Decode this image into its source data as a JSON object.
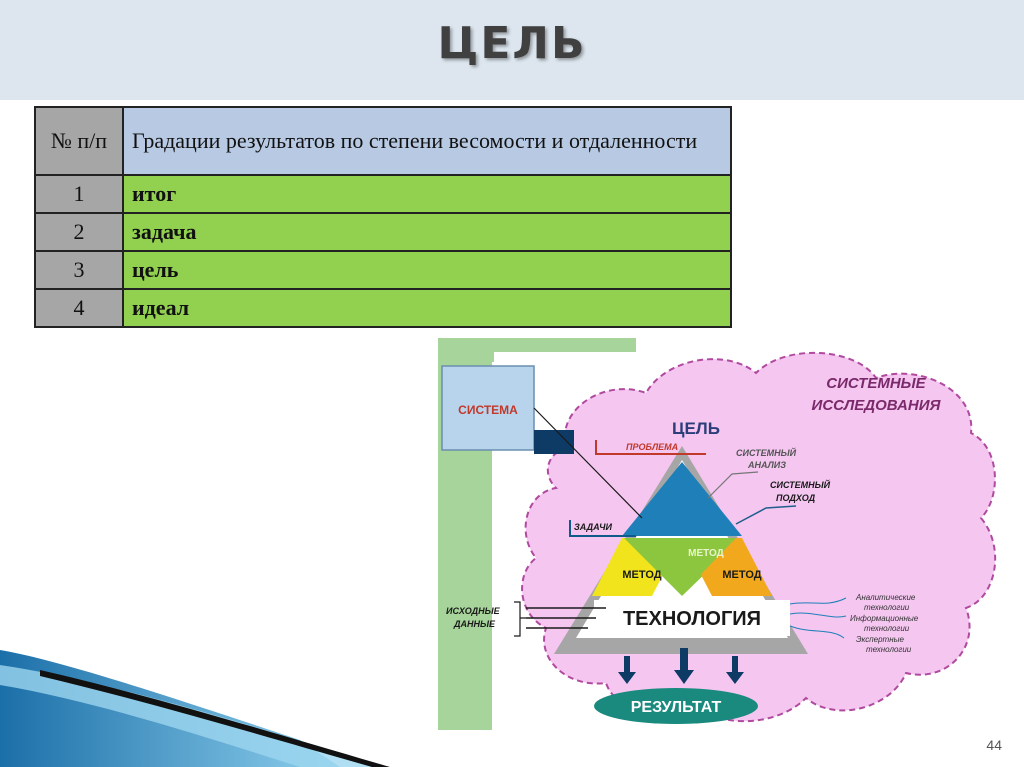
{
  "slide": {
    "title": "ЦЕЛЬ",
    "page_number": "44"
  },
  "table": {
    "header": {
      "num": "№ п/п",
      "text": "Градации результатов по степени весомости и отдаленности"
    },
    "rows": [
      {
        "num": "1",
        "text": "итог"
      },
      {
        "num": "2",
        "text": "задача"
      },
      {
        "num": "3",
        "text": "цель"
      },
      {
        "num": "4",
        "text": "идеал"
      }
    ]
  },
  "diagram": {
    "system_box": "СИСТЕМА",
    "cloud_title": [
      "СИСТЕМНЫЕ",
      "ИССЛЕДОВАНИЯ"
    ],
    "goal": "ЦЕЛЬ",
    "problem": "ПРОБЛЕМА",
    "systems_analysis": [
      "СИСТЕМНЫЙ",
      "АНАЛИЗ"
    ],
    "systems_approach": [
      "СИСТЕМНЫЙ",
      "ПОДХОД"
    ],
    "tasks": "ЗАДАЧИ",
    "method_center": "МЕТОД",
    "method_left": "МЕТОД",
    "method_right": "МЕТОД",
    "source_data": [
      "ИСХОДНЫЕ",
      "ДАННЫЕ"
    ],
    "technology": "ТЕХНОЛОГИЯ",
    "tech_list": [
      "Аналитические",
      "технологии",
      "Информационные",
      "технологии",
      "Экспертные",
      "технологии"
    ],
    "result": "РЕЗУЛЬТАТ"
  },
  "colors": {
    "title_bar": "#dde6ef",
    "header_cell": "#b7c9e3",
    "row_cell": "#92d050",
    "num_cell": "#a6a6a6",
    "cloud": "#f4c6f0",
    "cloud_text": "#7a2a6a",
    "goal_triangle": "#1f7fb8",
    "method_yellow": "#f2e41c",
    "method_green": "#8cc63f",
    "method_orange": "#f2a81c",
    "system_box": "#b8d4ec",
    "result_oval": "#1a8a7e"
  }
}
